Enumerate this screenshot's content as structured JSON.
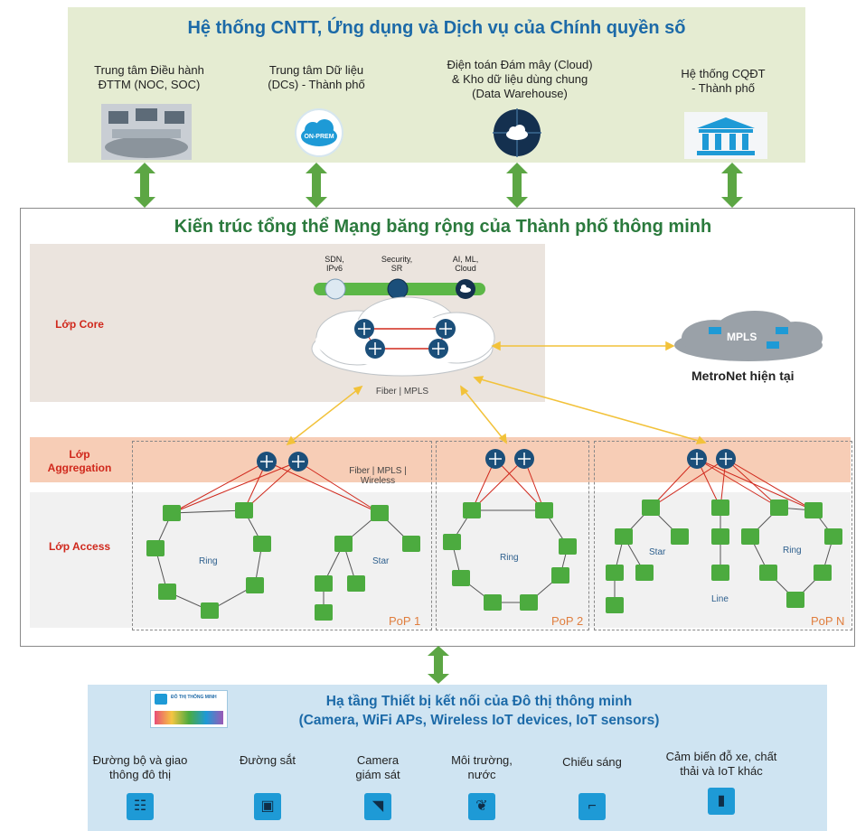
{
  "top": {
    "title": "Hệ thống CNTT, Ứng dụng và Dịch vụ của Chính quyền số",
    "items": [
      {
        "label_line1": "Trung tâm Điều hành",
        "label_line2": "ĐTTM (NOC, SOC)",
        "icon": "control-room-icon"
      },
      {
        "label_line1": "Trung tâm Dữ liệu",
        "label_line2": "(DCs) - Thành phố",
        "icon": "on-prem-cloud-icon",
        "icon_text": "ON-PREM"
      },
      {
        "label_line1": "Điện toán Đám mây (Cloud)",
        "label_line2": "& Kho dữ liệu dùng chung",
        "label_line3": "(Data Warehouse)",
        "icon": "cloud-network-icon"
      },
      {
        "label_line1": "Hệ thống CQĐT",
        "label_line2": "- Thành phố",
        "icon": "government-building-icon"
      }
    ]
  },
  "middle": {
    "title": "Kiến trúc tổng thể Mạng băng rộng của Thành phố thông minh",
    "core_services": [
      {
        "line1": "SDN,",
        "line2": "IPv6"
      },
      {
        "line1": "Security,",
        "line2": "SR"
      },
      {
        "line1": "AI, ML,",
        "line2": "Cloud"
      }
    ],
    "core_label": "Lớp Core",
    "core_cloud_label": "Fiber | MPLS",
    "mpls_label": "MPLS",
    "metronet_label": "MetroNet hiện tại",
    "aggregation_line1": "Lớp",
    "aggregation_line2": "Aggregation",
    "access_label": "Lớp Access",
    "agg_link_line1": "Fiber | MPLS |",
    "agg_link_line2": "Wireless",
    "pops": [
      {
        "name": "PoP 1",
        "topologies": [
          "Ring",
          "Star"
        ]
      },
      {
        "name": "PoP 2",
        "topologies": [
          "Ring"
        ]
      },
      {
        "name": "PoP N",
        "topologies": [
          "Star",
          "Ring",
          "Line"
        ]
      }
    ],
    "colors": {
      "core_bg": "#ebe4de",
      "agg_bg": "#f7c9b0",
      "access_bg": "#f1f1f1",
      "link_red": "#d0281c",
      "link_yellow": "#f2c23a",
      "router": "#1b4f7a",
      "switch": "#4cab3f"
    }
  },
  "bottom": {
    "title_line1": "Hạ tầng Thiết bị kết nối của Đô thị thông minh",
    "title_line2": "(Camera, WiFi APs, Wireless IoT devices,  IoT sensors)",
    "badge_text": "ĐÔ THỊ THÔNG MINH",
    "items": [
      {
        "line1": "Đường bộ và giao",
        "line2": "thông đô thị",
        "icon": "traffic-light-icon",
        "glyph": "☷"
      },
      {
        "line1": "Đường sắt",
        "line2": "",
        "icon": "train-icon",
        "glyph": "▣"
      },
      {
        "line1": "Camera",
        "line2": "giám sát",
        "icon": "camera-icon",
        "glyph": "◥"
      },
      {
        "line1": "Môi trường,",
        "line2": "nước",
        "icon": "leaf-icon",
        "glyph": "❦"
      },
      {
        "line1": "Chiếu sáng",
        "line2": "",
        "icon": "street-light-icon",
        "glyph": "⌐"
      },
      {
        "line1": "Cảm biến đỗ xe, chất",
        "line2": "thải và IoT khác",
        "icon": "sensor-icon",
        "glyph": "▮"
      }
    ]
  }
}
